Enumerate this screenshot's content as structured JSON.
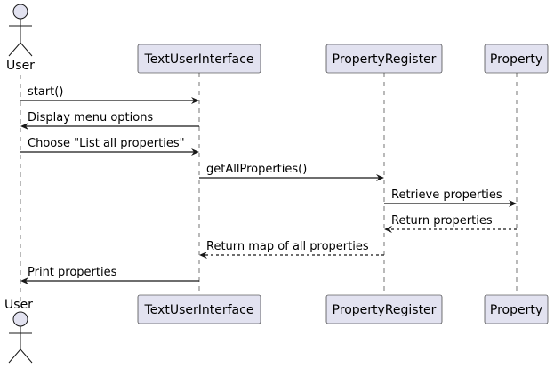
{
  "participants": [
    {
      "id": "user",
      "label": "User",
      "kind": "actor"
    },
    {
      "id": "tui",
      "label": "TextUserInterface",
      "kind": "participant"
    },
    {
      "id": "pr",
      "label": "PropertyRegister",
      "kind": "participant"
    },
    {
      "id": "prop",
      "label": "Property",
      "kind": "participant"
    }
  ],
  "messages": [
    {
      "from": "user",
      "to": "tui",
      "label": "start()",
      "style": "sync"
    },
    {
      "from": "tui",
      "to": "user",
      "label": "Display menu options",
      "style": "sync"
    },
    {
      "from": "user",
      "to": "tui",
      "label": "Choose \"List all properties\"",
      "style": "sync"
    },
    {
      "from": "tui",
      "to": "pr",
      "label": "getAllProperties()",
      "style": "sync"
    },
    {
      "from": "pr",
      "to": "prop",
      "label": "Retrieve properties",
      "style": "sync"
    },
    {
      "from": "prop",
      "to": "pr",
      "label": "Return properties",
      "style": "return"
    },
    {
      "from": "pr",
      "to": "tui",
      "label": "Return map of all properties",
      "style": "return"
    },
    {
      "from": "tui",
      "to": "user",
      "label": "Print properties",
      "style": "sync"
    }
  ]
}
